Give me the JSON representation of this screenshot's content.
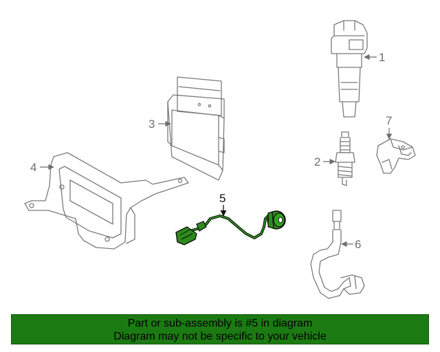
{
  "diagram": {
    "callouts": [
      "1",
      "2",
      "3",
      "4",
      "5",
      "6",
      "7"
    ],
    "highlighted_part": "5",
    "colors": {
      "highlight": "#1c7a12",
      "part_line": "#7a7a7a",
      "banner_bg": "#1c7a12"
    }
  },
  "banner": {
    "line1": "Part or sub-assembly is #5 in diagram",
    "line2": "Diagram may not be specific to your vehicle"
  }
}
